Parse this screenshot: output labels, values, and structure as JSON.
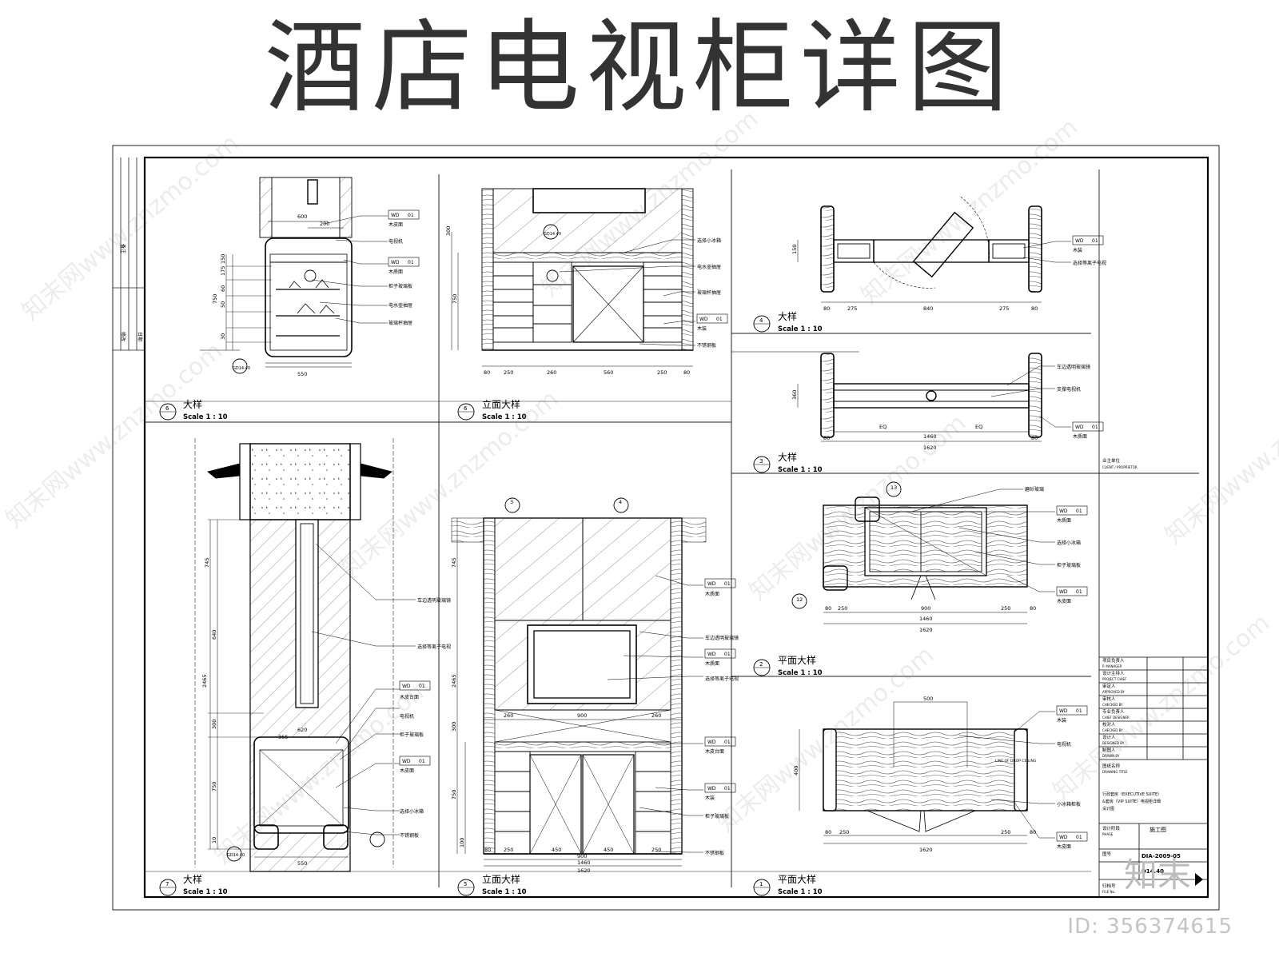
{
  "title": "酒店电视柜详图",
  "watermark": "知末网www.znzmo.com",
  "logo": "知末",
  "image_id": "ID: 356374615",
  "panels": [
    {
      "num": "6",
      "name": "大样",
      "scale": "Scale 1 : 10"
    },
    {
      "num": "6",
      "name": "立面大样",
      "scale": "Scale 1 : 10"
    },
    {
      "num": "4",
      "name": "大样",
      "scale": "Scale 1 : 10"
    },
    {
      "num": "3",
      "name": "大样",
      "scale": "Scale 1 : 10"
    },
    {
      "num": "2",
      "name": "平面大样",
      "scale": "Scale 1 : 10"
    },
    {
      "num": "7",
      "name": "大样",
      "scale": "Scale 1 : 10"
    },
    {
      "num": "5",
      "name": "立面大样",
      "scale": "Scale 1 : 10"
    },
    {
      "num": "1",
      "name": "平面大样",
      "scale": "Scale 1 : 10"
    }
  ],
  "notes": {
    "dian_shi_ji": "电视机",
    "mu_mian_tai": "木皮台面",
    "mu_shi_mian": "木质面",
    "mu_pi_mian": "木皮面",
    "mu_zhuang": "木装",
    "bu_xiu_gang": "不锈钢板",
    "xuan_ze_xiao_bing": "选择小冰箱",
    "dian_shui_hu": "电水壶抽屉",
    "bo_li_bei_chou_ti": "玻璃杯抽屉",
    "guizi_bo_li": "柜子玻璃板",
    "yan_tao_bo_li": "车边透明玻璃镜",
    "xuan_ze_deng_li_zi": "选择等离子电视",
    "zhi_cheng_dian_shi": "支撑电视机",
    "mo_sha_bo_li": "磨砂玻璃",
    "xiao_bing_xiang_ban": "小冰箱柜板",
    "line_of_drop": "LINE OF DROP CEILING",
    "bu_xiu_gang_gai": "不锈钢板"
  },
  "tags": {
    "wd": "WD",
    "n01": "01",
    "w1": "1",
    "w2": "2",
    "w3": "3",
    "w4": "4",
    "w12": "12",
    "w13": "13",
    "ref": "GD14.40"
  },
  "dims": {
    "d600": "600",
    "d200": "200",
    "d550": "550",
    "d150": "150",
    "d175": "175",
    "d750": "750",
    "d60": "60",
    "d50": "50",
    "d30": "30",
    "d300": "300",
    "d250": "250",
    "d560": "560",
    "d260": "260",
    "d80": "80",
    "d275": "275",
    "d840": "840",
    "d360": "360",
    "dEQ": "EQ",
    "d1460": "1460",
    "d1620": "1620",
    "d900": "900",
    "d500": "500",
    "d400": "400",
    "d365": "365",
    "d745": "745",
    "d640": "640",
    "d2465": "2465",
    "d10": "10",
    "d450": "450",
    "d100": "100",
    "d620": "620"
  },
  "title_block": {
    "client": "业主单位",
    "client_en": "CLIENT / PROPRIETOR",
    "rows": [
      {
        "zh": "项目负责人",
        "en": "P. MANAGER"
      },
      {
        "zh": "设计主持人",
        "en": "PROJECT CHIEF"
      },
      {
        "zh": "审定人",
        "en": "APPROVED BY"
      },
      {
        "zh": "审核人",
        "en": "CHECKED BY"
      },
      {
        "zh": "专业负责人",
        "en": "CHIEF DESIGNER"
      },
      {
        "zh": "校对人",
        "en": "CHECKED BY"
      },
      {
        "zh": "设计人",
        "en": "DESIGNED BY"
      },
      {
        "zh": "制图人",
        "en": "DRAWN BY"
      }
    ],
    "drawing_title_label": "图纸名称",
    "drawing_title_en": "DRAWING TITLE",
    "drawing_title_1": "行政套房（EXECUTIVE SUITE）",
    "drawing_title_2": "&套房（VIP SUITE）电视柜详细",
    "drawing_title_3": "设计图",
    "phase_label": "设计阶段",
    "phase_en": "PHASE",
    "phase": "施工图",
    "no_label": "图号",
    "no": "DIA-2009-05",
    "page": "D14.40",
    "file_label": "归档号",
    "file_en": "FILE No."
  },
  "side_strip": {
    "a": "备注",
    "b": "修改",
    "c": "日期"
  }
}
